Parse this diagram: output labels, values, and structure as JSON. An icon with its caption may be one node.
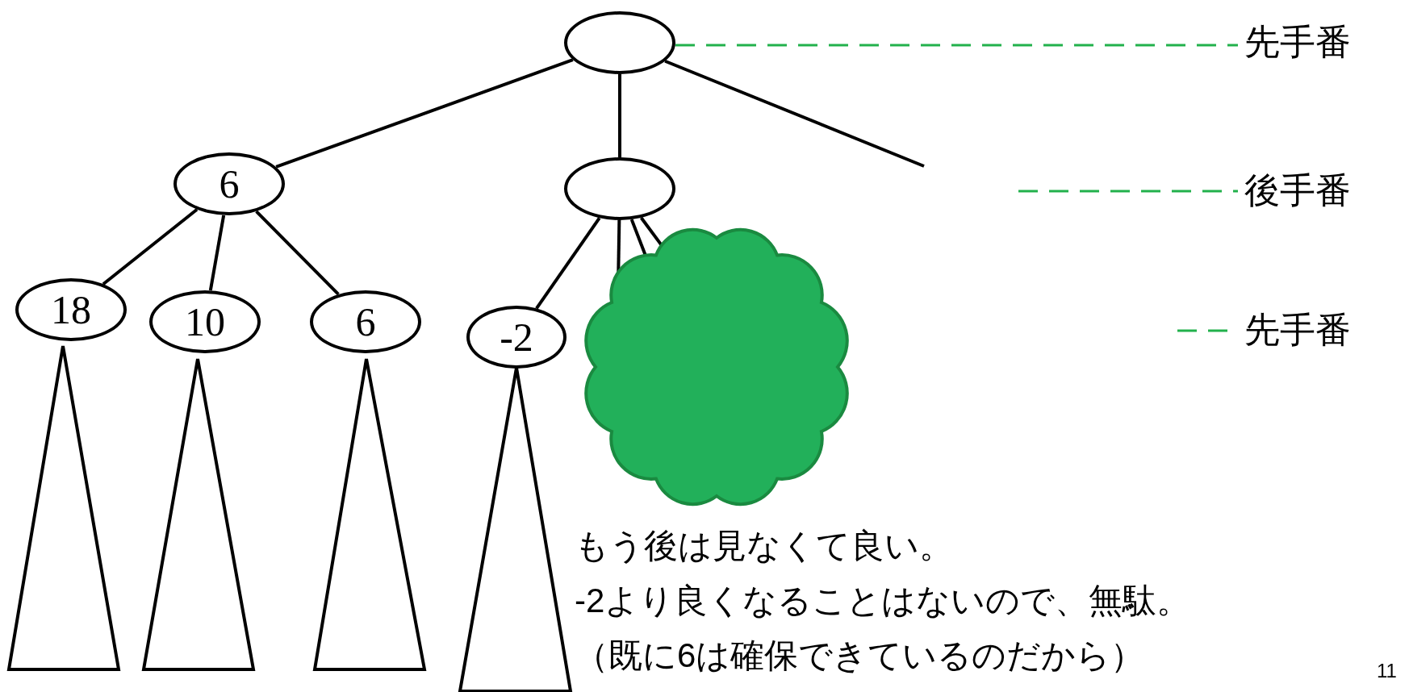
{
  "diagram": {
    "nodes": [
      {
        "text": [],
        "shape": "ellipse"
      },
      {
        "text": [
          "6"
        ]
      },
      {
        "text": [],
        "shape": "ellipse"
      },
      {
        "text": [
          "18"
        ]
      },
      {
        "text": [
          "10"
        ]
      },
      {
        "text": [
          "6"
        ]
      },
      {
        "text": [
          "-2"
        ]
      },
      {
        "text": [],
        "shape": "cloud"
      },
      {
        "text": [],
        "shape": "triangle"
      },
      {
        "text": [],
        "shape": "triangle"
      },
      {
        "text": [],
        "shape": "triangle"
      },
      {
        "text": [],
        "shape": "triangle"
      },
      {
        "text": [
          "先手番"
        ]
      },
      {
        "text": [
          "後手番"
        ]
      },
      {
        "text": [
          "先手番"
        ]
      }
    ],
    "edges": [
      {
        "from": 0,
        "to": 1,
        "arrow": "none"
      },
      {
        "from": 0,
        "to": 2,
        "arrow": "none"
      },
      {
        "from": 0,
        "to": null,
        "arrow": "none"
      },
      {
        "from": 1,
        "to": 3,
        "arrow": "none"
      },
      {
        "from": 1,
        "to": 4,
        "arrow": "none"
      },
      {
        "from": 1,
        "to": 5,
        "arrow": "none"
      },
      {
        "from": 2,
        "to": 6,
        "arrow": "none"
      },
      {
        "from": 2,
        "to": 7,
        "arrow": "none"
      },
      {
        "from": 2,
        "to": 7,
        "arrow": "none"
      },
      {
        "from": 2,
        "to": 7,
        "arrow": "none"
      },
      {
        "from": 0,
        "to": 12,
        "arrow": "none",
        "style": "dashed",
        "color": "#22b14c"
      },
      {
        "from": null,
        "to": 13,
        "arrow": "none",
        "style": "dashed",
        "color": "#22b14c"
      },
      {
        "from": null,
        "to": 14,
        "arrow": "none",
        "style": "dashed",
        "color": "#22b14c"
      }
    ],
    "labels": [
      "もう後は見なくて良い。",
      "-2より良くなることはないので、無駄。",
      "（既に6は確保できているのだから）",
      "11"
    ]
  }
}
